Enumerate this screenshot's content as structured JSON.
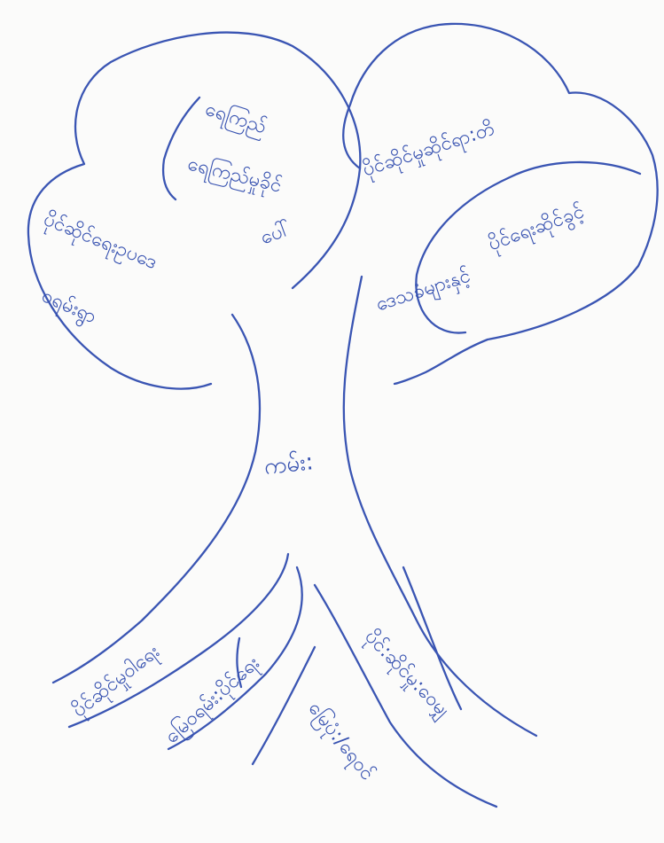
{
  "trunk": {
    "label": "ကမ်း:"
  },
  "canopy": {
    "left_top_cloud": [
      "ရေကြည်",
      "ရေကြည်မှုခိုင်",
      "ပေါ်"
    ],
    "left_cloud": [
      "ပိုင်ဆိုင်ရေးဥပဒေ",
      "ဝရမ်းရွာ"
    ],
    "right_top_cloud": [
      "ပိုင်ဆိုင်မှုဆိုင်ရာ:တိ"
    ],
    "right_cloud": [
      "ပိုင်ရေးဆိုင်ခွင့်",
      "ဒေသခံများနှင့်"
    ]
  },
  "roots": [
    "ပိုင်ဆိုင်မှုဝါရေး",
    "မြေဝရမ်း:ပိုင်ရေး",
    "မြေပုံ:/ရေဝင်",
    "ပိုင်:ဆိုင်မှု:ဝေမျှ"
  ]
}
